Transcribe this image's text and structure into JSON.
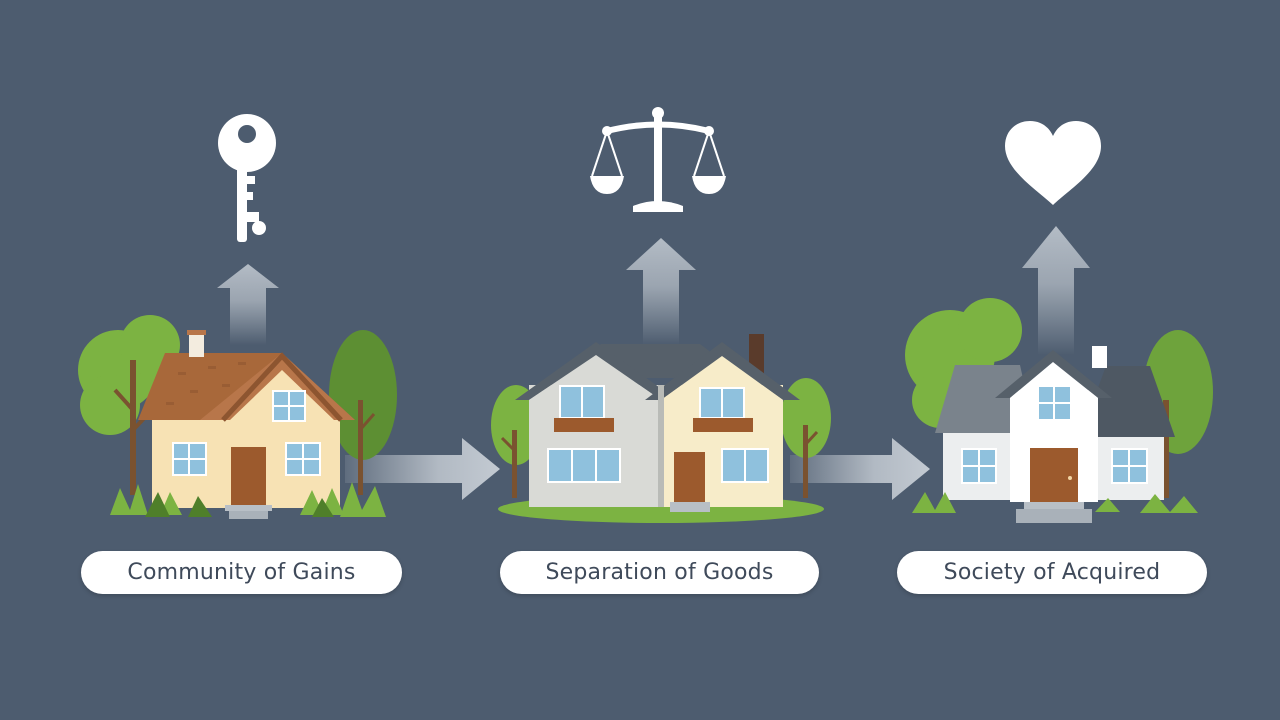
{
  "labels": {
    "community": "Community of Gains",
    "separation": "Separation of Goods",
    "society": "Society of Acquired"
  },
  "icons": {
    "regime_1": "key-icon",
    "regime_2": "scale-icon",
    "regime_3": "heart-icon"
  },
  "colors": {
    "background": "#4d5c6f",
    "pill": "#ffffff",
    "label_text": "#3f4a5a",
    "foliage": "#7cb342",
    "foliage_dark": "#5d8f33",
    "roof_brown": "#a8683a",
    "roof_gray": "#56606a",
    "arrow": "#c3cad2"
  }
}
